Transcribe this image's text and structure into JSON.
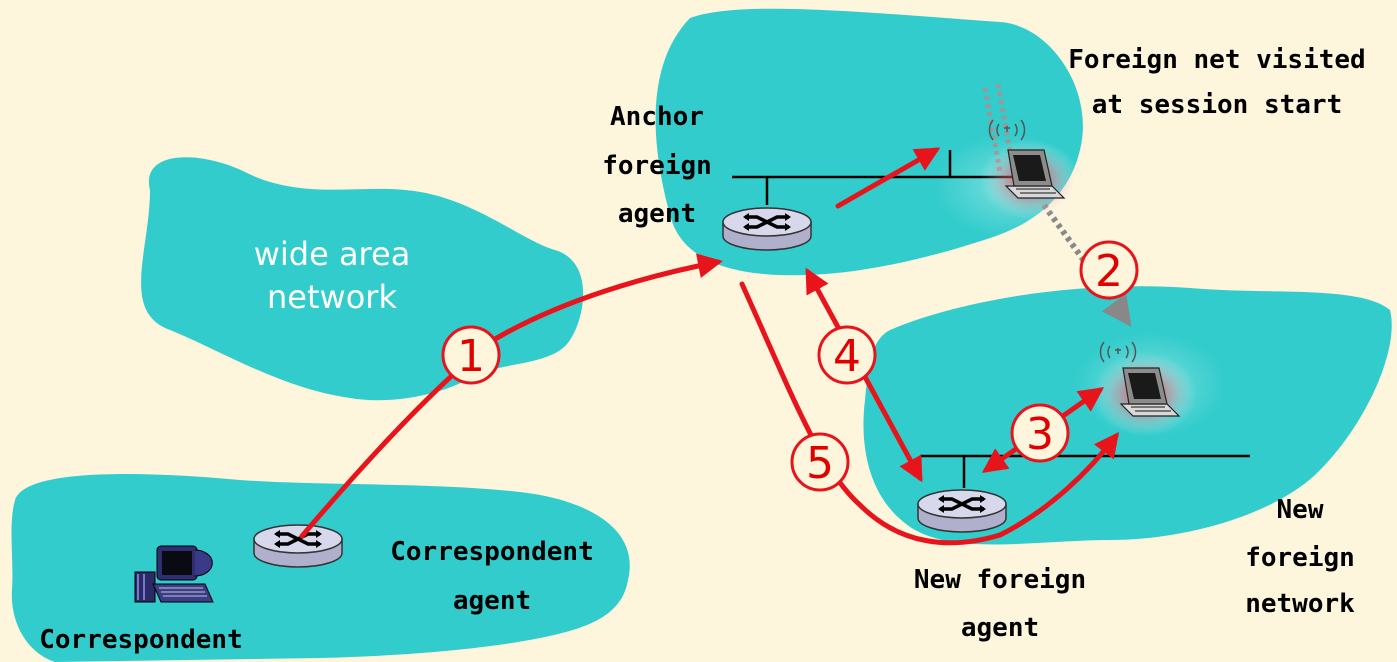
{
  "labels": {
    "wan_line1": "wide area",
    "wan_line2": "network",
    "anchor_line1": "Anchor",
    "anchor_line2": "foreign",
    "anchor_line3": "agent",
    "foreign_visited_line1": "Foreign net visited",
    "foreign_visited_line2": "at session start",
    "correspondent_agent_line1": "Correspondent",
    "correspondent_agent_line2": "agent",
    "correspondent": "Correspondent",
    "new_foreign_agent_line1": "New foreign",
    "new_foreign_agent_line2": "agent",
    "new_foreign_network_line1": "New",
    "new_foreign_network_line2": "foreign",
    "new_foreign_network_line3": "network"
  },
  "steps": [
    "1",
    "2",
    "3",
    "4",
    "5"
  ],
  "colors": {
    "background": "#fdf6dc",
    "cloud": "#33cccc",
    "arrow": "#e8141c",
    "dotted": "#888888"
  }
}
